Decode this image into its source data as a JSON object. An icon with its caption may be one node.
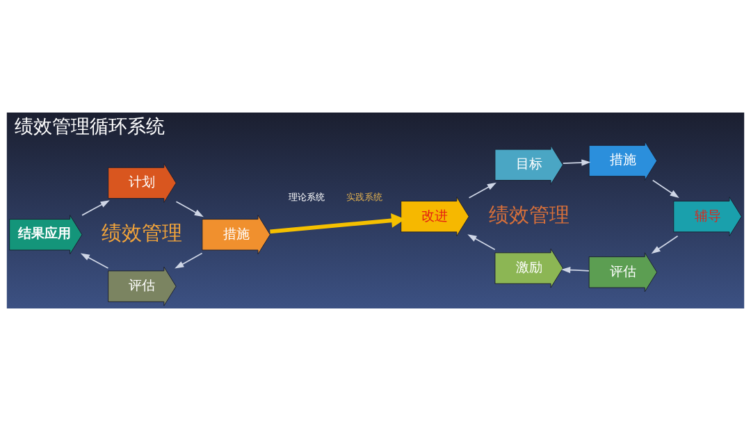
{
  "diagram": {
    "title": "绩效管理循环系统",
    "nodes": [
      {
        "text": [
          "计划"
        ]
      },
      {
        "text": [
          "措施"
        ]
      },
      {
        "text": [
          "评估"
        ]
      },
      {
        "text": [
          "结果应用"
        ]
      },
      {
        "text": [
          "目标"
        ]
      },
      {
        "text": [
          "措施"
        ]
      },
      {
        "text": [
          "辅导"
        ]
      },
      {
        "text": [
          "评估"
        ]
      },
      {
        "text": [
          "激励"
        ]
      },
      {
        "text": [
          "改进"
        ]
      }
    ],
    "edges": [
      {
        "from": 0,
        "to": 1,
        "arrow": "to"
      },
      {
        "from": 1,
        "to": 2,
        "arrow": "to"
      },
      {
        "from": 2,
        "to": 3,
        "arrow": "to"
      },
      {
        "from": 3,
        "to": 0,
        "arrow": "to"
      },
      {
        "from": 4,
        "to": 5,
        "arrow": "to"
      },
      {
        "from": 5,
        "to": 6,
        "arrow": "to"
      },
      {
        "from": 6,
        "to": 7,
        "arrow": "to"
      },
      {
        "from": 7,
        "to": 8,
        "arrow": "to"
      },
      {
        "from": 8,
        "to": 9,
        "arrow": "to"
      },
      {
        "from": 9,
        "to": 4,
        "arrow": "to"
      },
      {
        "from": 1,
        "to": 9,
        "arrow": "to",
        "style": "thick",
        "color": "#f5c000"
      }
    ],
    "labels": [
      "绩效管理",
      "理论系统",
      "实践系统",
      "绩效管理"
    ]
  }
}
